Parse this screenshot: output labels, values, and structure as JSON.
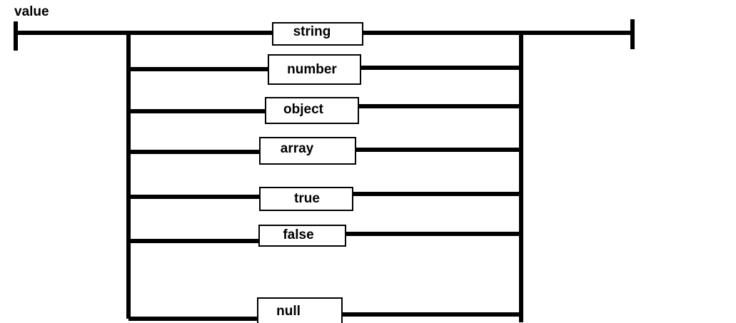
{
  "diagram": {
    "title": "value",
    "line_color": "#000000",
    "box_fill": "#ffffff",
    "boxes": [
      {
        "id": "string",
        "label": "string"
      },
      {
        "id": "number",
        "label": "number"
      },
      {
        "id": "object",
        "label": "object"
      },
      {
        "id": "array",
        "label": "array"
      },
      {
        "id": "true",
        "label": "true"
      },
      {
        "id": "false",
        "label": "false"
      },
      {
        "id": "null",
        "label": "null"
      }
    ]
  }
}
